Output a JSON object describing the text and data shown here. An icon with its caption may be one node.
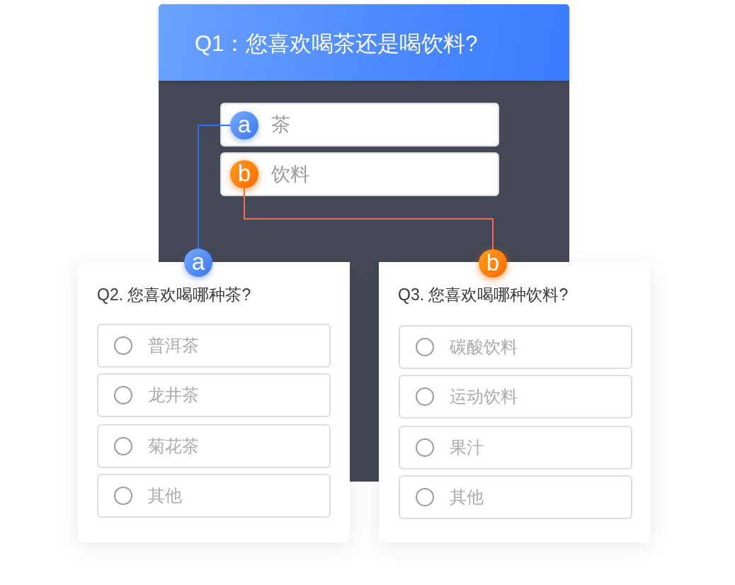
{
  "diagram": {
    "nodes": [
      {
        "text": [
          "Q1：您喜欢喝茶还是喝饮料?"
        ]
      },
      {
        "text": [
          "茶"
        ],
        "in": 0
      },
      {
        "text": [
          "a"
        ],
        "in": 1
      },
      {
        "text": [
          "饮料"
        ],
        "in": 0
      },
      {
        "text": [
          "b"
        ],
        "in": 3
      },
      {
        "text": [
          "Q2. 您喜欢喝哪种茶?"
        ]
      },
      {
        "text": [
          "a"
        ]
      },
      {
        "text": [
          "普洱茶"
        ],
        "in": 5
      },
      {
        "text": [
          "龙井茶"
        ],
        "in": 5
      },
      {
        "text": [
          "菊花茶"
        ],
        "in": 5
      },
      {
        "text": [
          "其他"
        ],
        "in": 5
      },
      {
        "text": [
          "Q3. 您喜欢喝哪种饮料?"
        ]
      },
      {
        "text": [
          "b"
        ]
      },
      {
        "text": [
          "碳酸饮料"
        ],
        "in": 11
      },
      {
        "text": [
          "运动饮料"
        ],
        "in": 11
      },
      {
        "text": [
          "果汁"
        ],
        "in": 11
      },
      {
        "text": [
          "其他"
        ],
        "in": 11
      }
    ],
    "edges": [
      {
        "from": 2,
        "to": 6,
        "arrow": "none",
        "color": "#3070e6"
      },
      {
        "from": 4,
        "to": 12,
        "arrow": "none",
        "color": "#f26c50"
      }
    ]
  }
}
